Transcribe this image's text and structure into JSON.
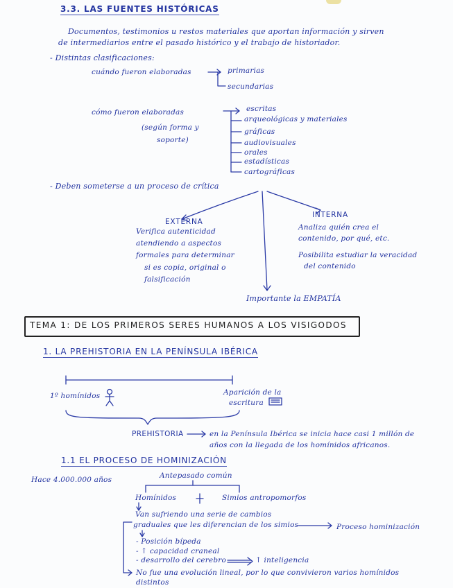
{
  "section_3_3": {
    "heading": "3.3. LAS FUENTES HISTÓRICAS",
    "definition_line1": "Documentos, testimonios u restos materiales que aportan información y sirven",
    "definition_line2": "de intermediarios entre el pasado histórico y el trabajo de historiador.",
    "classifications_intro": "- Distintas clasificaciones:",
    "by_when": "cuándo fueron elaboradas",
    "when_items": [
      "primarias",
      "secundarias"
    ],
    "by_how_line1": "cómo fueron elaboradas",
    "by_how_line2": "(según forma y",
    "by_how_line3": "soporte)",
    "how_items": [
      "escritas",
      "arqueológicas y materiales",
      "gráficas",
      "audiovisuales",
      "orales",
      "estadísticas",
      "cartográficas"
    ],
    "critique_intro": "- Deben someterse a un proceso de crítica",
    "external_title": "EXTERNA",
    "external_lines": [
      "Verifica autenticidad",
      "atendiendo a aspectos",
      "formales para determinar",
      "si es copia, original o",
      "falsificación"
    ],
    "internal_title": "INTERNA",
    "internal_lines": [
      "Analiza quién crea el",
      "contenido, por qué, etc.",
      "Posibilita estudiar la veracidad",
      "del contenido"
    ],
    "empathy_note": "Importante la EMPATÍA"
  },
  "tema_1": {
    "title": "TEMA 1: DE LOS PRIMEROS SERES HUMANOS A LOS VISIGODOS"
  },
  "section_1": {
    "heading": "1. LA PREHISTORIA EN LA PENÍNSULA IBÉRICA",
    "timeline_start": "1º homínidos",
    "timeline_end_line1": "Aparición de la",
    "timeline_end_line2": "escritura",
    "prehistory_label": "PREHISTORIA",
    "prehistory_line1": "en la Península Ibérica se inicia hace casi 1 millón de",
    "prehistory_line2": "años con la llegada de los homínidos africanos."
  },
  "section_1_1": {
    "heading": "1.1 EL PROCESO DE HOMINIZACIÓN",
    "time_ago": "Hace 4.000.000 años",
    "common_ancestor": "Antepasado común",
    "branch_left": "Homínidos",
    "branch_right": "Simios antropomorfos",
    "changes_line1": "Van sufriendo una serie de cambios",
    "changes_line2": "graduales que les diferencian de los simios",
    "process_label": "Proceso hominización",
    "changes": [
      "- Posición bípeda",
      "- ↑ capacidad craneal",
      "- desarrollo del cerebro"
    ],
    "intelligence": "↑ inteligencia",
    "final_line1": "No fue una evolución lineal, por lo que convivieron varios homínidos",
    "final_line2": "distintos"
  }
}
